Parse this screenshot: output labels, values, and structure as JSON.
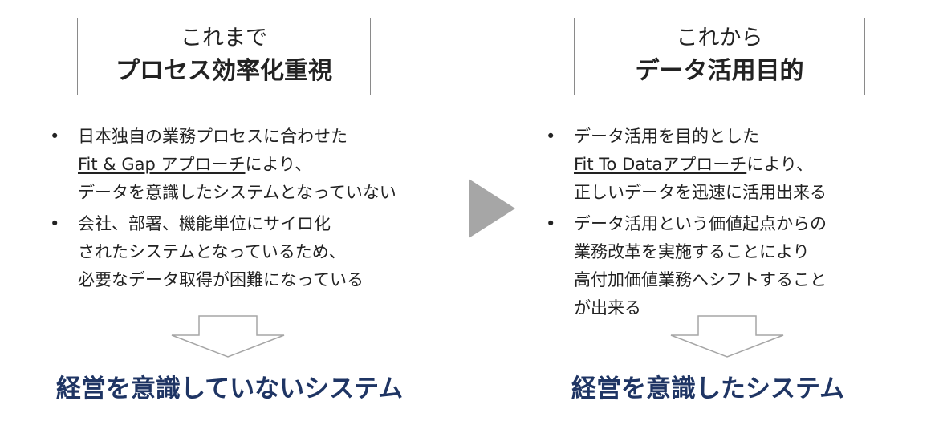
{
  "left": {
    "title_line1": "これまで",
    "title_line2": "プロセス効率化重視",
    "bullets": [
      {
        "lines": [
          {
            "text": "日本独自の業務プロセスに合わせた",
            "underline": ""
          },
          {
            "text": "により、",
            "underline": "Fit & Gap アプローチ"
          },
          {
            "text": "データを意識したシステムとなっていない",
            "underline": ""
          }
        ]
      },
      {
        "lines": [
          {
            "text": "会社、部署、機能単位にサイロ化",
            "underline": ""
          },
          {
            "text": "されたシステムとなっているため、",
            "underline": ""
          },
          {
            "text": "必要なデータ取得が困難になっている",
            "underline": ""
          }
        ]
      }
    ],
    "conclusion": "経営を意識していないシステム"
  },
  "right": {
    "title_line1": "これから",
    "title_line2": "データ活用目的",
    "bullets": [
      {
        "lines": [
          {
            "text": "データ活用を目的とした",
            "underline": ""
          },
          {
            "text": "により、",
            "underline": "Fit To Dataアプローチ"
          },
          {
            "text": "正しいデータを迅速に活用出来る",
            "underline": ""
          }
        ]
      },
      {
        "lines": [
          {
            "text": "データ活用という価値起点からの",
            "underline": ""
          },
          {
            "text": "業務改革を実施することにより",
            "underline": ""
          },
          {
            "text": "高付加価値業務へシフトすること",
            "underline": ""
          },
          {
            "text": "が出来る",
            "underline": ""
          }
        ]
      }
    ],
    "conclusion": "経営を意識したシステム"
  },
  "bullet_symbol": "•",
  "colors": {
    "conclusion": "#1f3564",
    "next_arrow": "#a6a6a6",
    "down_arrow_stroke": "#a6a6a6",
    "box_border": "#8a8a8a"
  },
  "icons": {
    "transition": "right-triangle-arrow-icon",
    "result": "down-outline-arrow-icon"
  }
}
